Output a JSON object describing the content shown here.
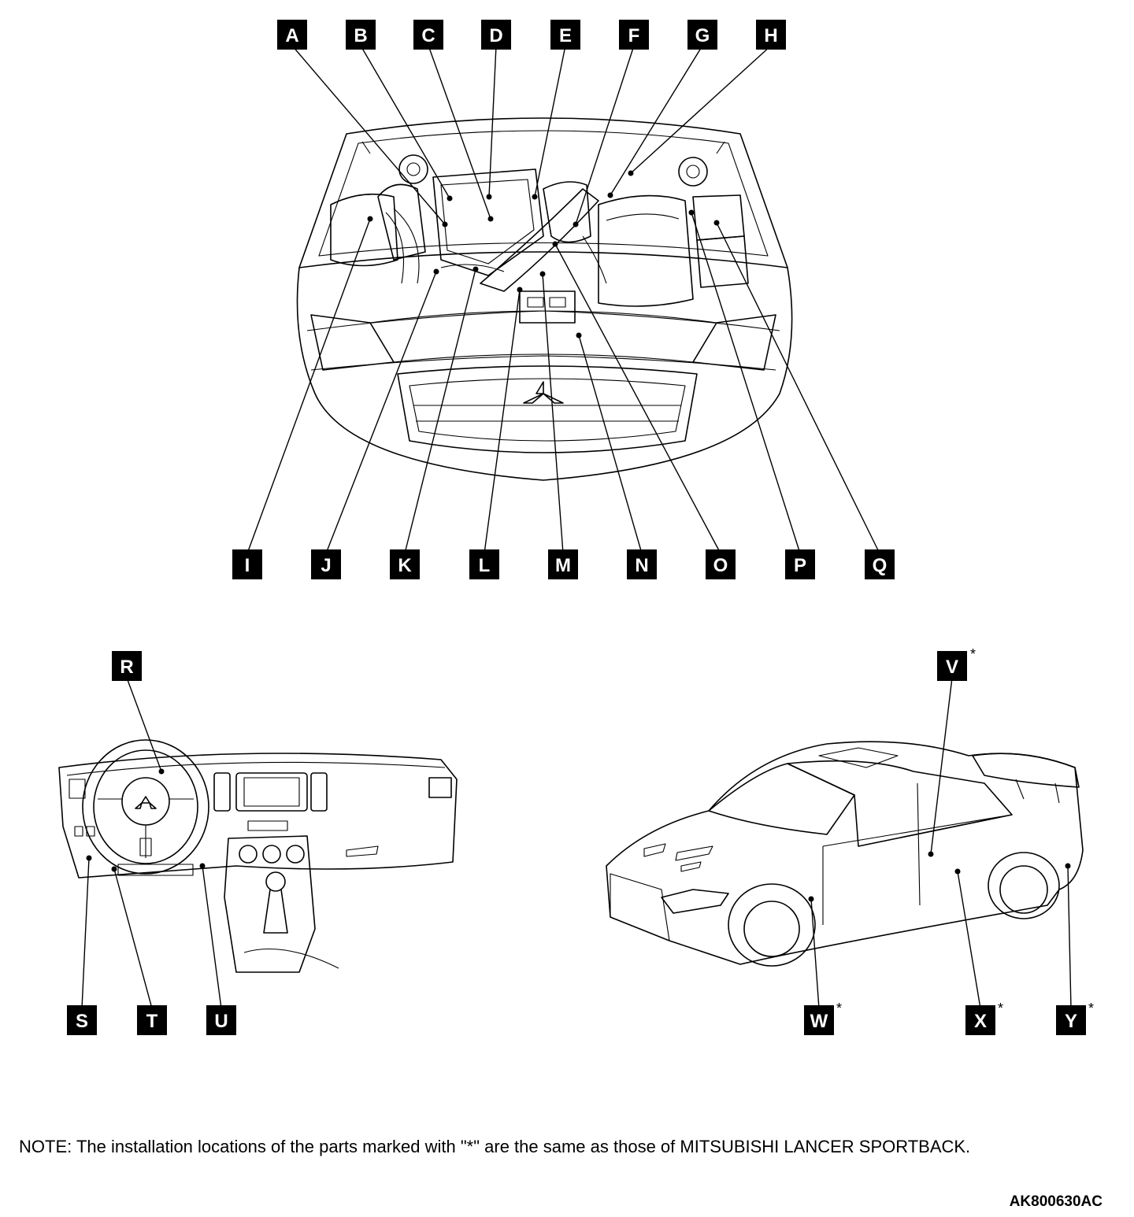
{
  "labels": {
    "A": "A",
    "B": "B",
    "C": "C",
    "D": "D",
    "E": "E",
    "F": "F",
    "G": "G",
    "H": "H",
    "I": "I",
    "J": "J",
    "K": "K",
    "L": "L",
    "M": "M",
    "N": "N",
    "O": "O",
    "P": "P",
    "Q": "Q",
    "R": "R",
    "S": "S",
    "T": "T",
    "U": "U",
    "V": "V",
    "W": "W",
    "X": "X",
    "Y": "Y"
  },
  "asterisk": "*",
  "note": "NOTE: The installation locations of the parts marked with \"*\" are the same as those of MITSUBISHI LANCER SPORTBACK.",
  "figure_code": "AK800630AC"
}
